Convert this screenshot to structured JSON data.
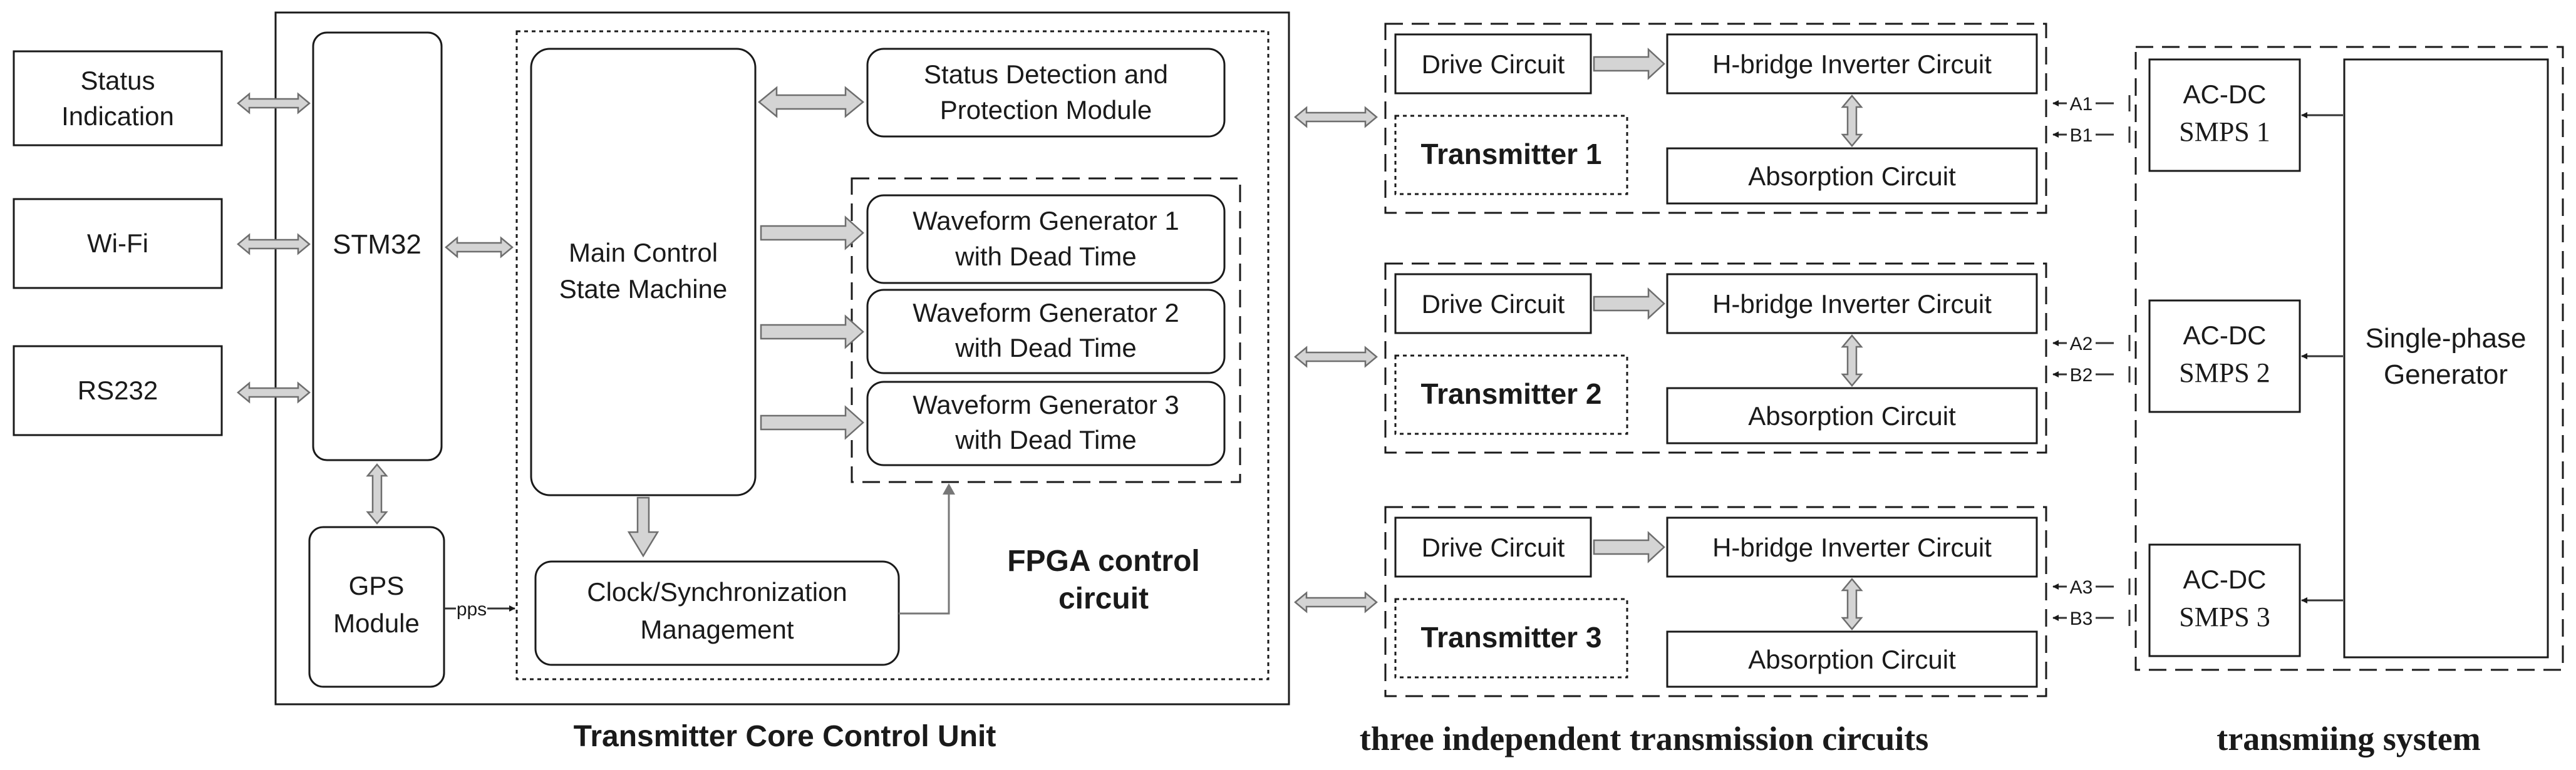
{
  "core": {
    "caption": "Transmitter Core Control Unit",
    "status_indication": [
      "Status",
      "Indication"
    ],
    "wifi": "Wi-Fi",
    "rs232": "RS232",
    "stm32": "STM32",
    "gps": [
      "GPS",
      "Module"
    ],
    "pps": "pps",
    "main_control": [
      "Main Control",
      "State Machine"
    ],
    "status_detection": [
      "Status Detection and",
      "Protection Module"
    ],
    "waveform1": [
      "Waveform Generator 1",
      "with Dead Time"
    ],
    "waveform2": [
      "Waveform Generator 2",
      "with Dead Time"
    ],
    "waveform3": [
      "Waveform Generator 3",
      "with Dead Time"
    ],
    "clock": [
      "Clock/Synchronization",
      "Management"
    ],
    "fpga": [
      "FPGA control",
      "circuit"
    ]
  },
  "circuits": {
    "caption": "three independent transmission circuits",
    "drive": "Drive Circuit",
    "hbridge": "H-bridge Inverter Circuit",
    "absorption": "Absorption Circuit",
    "transmitters": [
      "Transmitter 1",
      "Transmitter 2",
      "Transmitter 3"
    ],
    "ports": [
      [
        "A1",
        "B1"
      ],
      [
        "A2",
        "B2"
      ],
      [
        "A3",
        "B3"
      ]
    ]
  },
  "power": {
    "caption": "transmiing system",
    "acdc": "AC-DC",
    "smps": [
      "SMPS 1",
      "SMPS 2",
      "SMPS 3"
    ],
    "generator": [
      "Single-phase",
      "Generator"
    ]
  }
}
